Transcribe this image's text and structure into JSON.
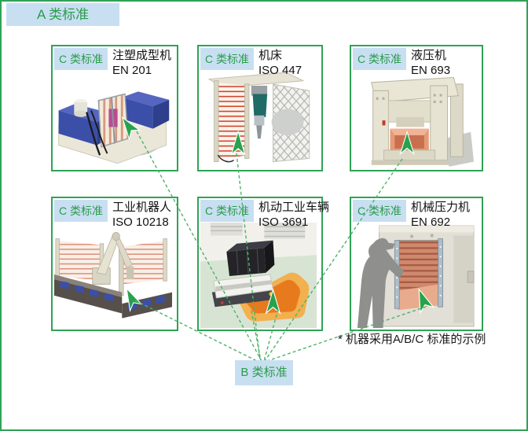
{
  "diagram": {
    "a_label": "A 类标准",
    "b_label": "B 类标准",
    "c_label": "C 类标准",
    "note": "* 机器采用A/B/C 标准的示例"
  },
  "machines": [
    {
      "name": "注塑成型机",
      "standard": "EN 201"
    },
    {
      "name": "机床",
      "standard": "ISO 447"
    },
    {
      "name": "液压机",
      "standard": "EN 693"
    },
    {
      "name": "工业机器人",
      "standard": "ISO 10218"
    },
    {
      "name": "机动工业车辆",
      "standard": "ISO 3691"
    },
    {
      "name": "机械压力机",
      "standard": "EN 692"
    }
  ],
  "colors": {
    "green_accent": "#2fa356",
    "green_text": "#2b9c4a",
    "label_blue": "#c8dff2",
    "dash_green": "#4db36a",
    "arrow_green": "#27a24d"
  }
}
